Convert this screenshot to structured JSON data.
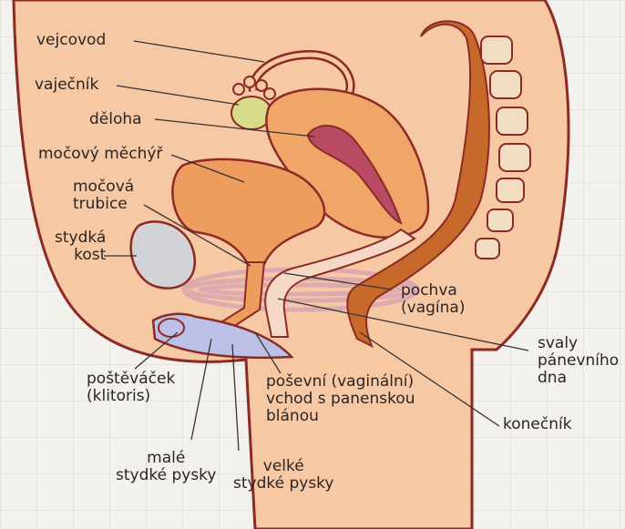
{
  "labels": {
    "vejcovod": "vejcovod",
    "vajecnik": "vaječník",
    "deloha": "děloha",
    "mocovy_mechyr": "močový měchýř",
    "mocova_trubice": "močová\ntrubice",
    "stydka_kost": "stydká\nkost",
    "pochva": "pochva\n(vagína)",
    "svaly": "svaly\npánevního\ndna",
    "postevacek": "poštěváček\n(klitoris)",
    "posevni_vchod": "poševní (vaginální)\nvchod s panenskou\nblánou",
    "konecnik": "konečník",
    "male_pysky": "malé\nstydké pysky",
    "velke_pysky": "velké\nstydké pysky"
  },
  "colors": {
    "skin": "#f6c8a4",
    "outline": "#8c2a25",
    "bladder": "#ee9d5f",
    "uterus": "#f0a569",
    "uterine_lining": "#b84a64",
    "ovary": "#d8dc8a",
    "bone": "#d1d3d6",
    "spine": "#f3ddc2",
    "rectum": "#c8692c",
    "vulva": "#bcc0e6",
    "muscle": "#d9a5b2"
  }
}
